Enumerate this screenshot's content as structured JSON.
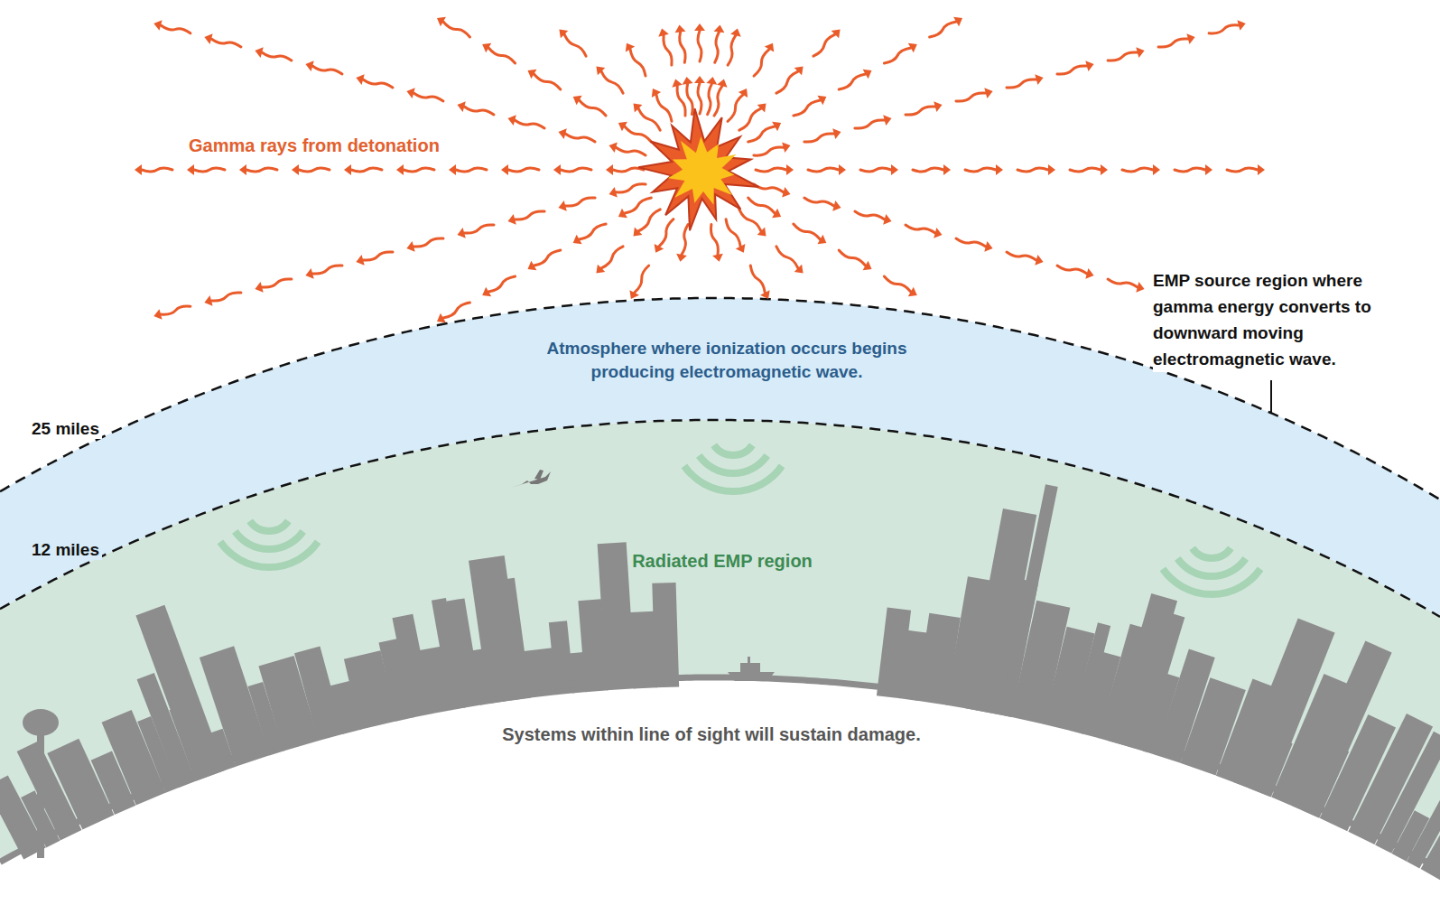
{
  "diagram": {
    "nodes": [
      {
        "text": [
          "Atmosphere where ionization occurs begins producing electromagnetic wave."
        ]
      },
      {
        "text": [
          "Radiated EMP region"
        ]
      }
    ],
    "labels": [
      "Gamma rays from detonation",
      "EMP source region where gamma energy converts to downward moving electromagnetic wave.",
      "25 miles",
      "12 miles",
      "Systems within line of sight will sustain damage."
    ]
  }
}
